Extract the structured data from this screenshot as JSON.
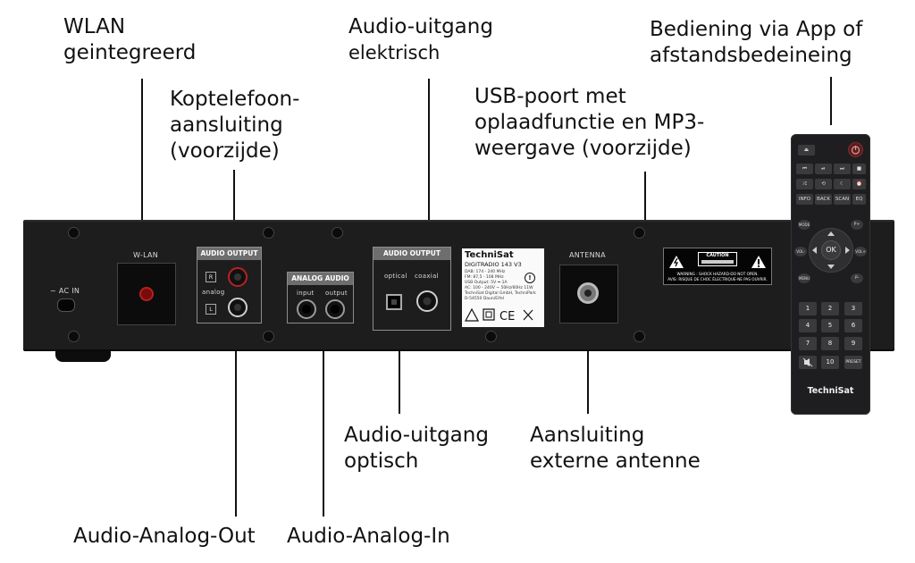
{
  "callouts": {
    "wlan": [
      "WLAN",
      "geintegreerd"
    ],
    "headphone": [
      "Koptelefoon-",
      "aansluiting",
      "(voorzijde)"
    ],
    "audio_electric": [
      "Audio-uitgang",
      "elektrisch"
    ],
    "remote_app": [
      "Bediening via App of",
      "afstandsbedeineing"
    ],
    "usb": [
      "USB-poort met",
      "oplaadfunctie en MP3-",
      "weergave (voorzijde)"
    ],
    "audio_optical": [
      "Audio-uitgang",
      "optisch"
    ],
    "antenna": [
      "Aansluiting",
      "externe antenne"
    ],
    "analog_out": "Audio-Analog-Out",
    "analog_in": "Audio-Analog-In"
  },
  "device": {
    "ac_in": "~ AC IN",
    "wlan_label": "W-LAN",
    "audio_output_1": "AUDIO OUTPUT",
    "r": "R",
    "l": "L",
    "analog": "analog",
    "analog_audio": "ANALOG AUDIO",
    "input": "input",
    "output": "output",
    "audio_output_2": "AUDIO OUTPUT",
    "optical": "optical",
    "coaxial": "coaxial",
    "antenna": "ANTENNA",
    "nameplate": {
      "brand": "TechniSat",
      "model": "DIGITRADIO 143 V3",
      "lines": [
        "DAB: 174 - 240 MHz",
        "FM: 87,5 - 108 MHz",
        "USB Output: 5V ⎓ 1A",
        "AC: 100 - 240V ~ 50Hz/60Hz 11W",
        "TechniSat Digital GmbH, TechniPark",
        "D-54550 Daun/Eifel"
      ]
    },
    "warning": {
      "caution": "CAUTION",
      "line1": "WARNING : SHOCK HAZARD-DO NOT OPEN.",
      "line2": "AVIS: RISQUE DE CHOC ÉLECTRIQUE-NE PAS OUVRIR."
    }
  },
  "remote": {
    "brand": "TechniSat",
    "row3": [
      "INFO",
      "BACK",
      "SCAN",
      "EQ"
    ],
    "ok": "OK",
    "numbers": [
      "1",
      "2",
      "3",
      "4",
      "5",
      "6",
      "7",
      "8",
      "9"
    ],
    "ten": "10",
    "preset": "PRESET",
    "side_left": [
      "MODE",
      "VOL-",
      "MENU"
    ],
    "side_right": [
      "P+",
      "VOL+",
      "P-"
    ]
  },
  "icons": {
    "warning": "warning-triangle-icon",
    "power": "power-icon",
    "mute": "mute-icon",
    "arrows": "arrow-icons"
  }
}
